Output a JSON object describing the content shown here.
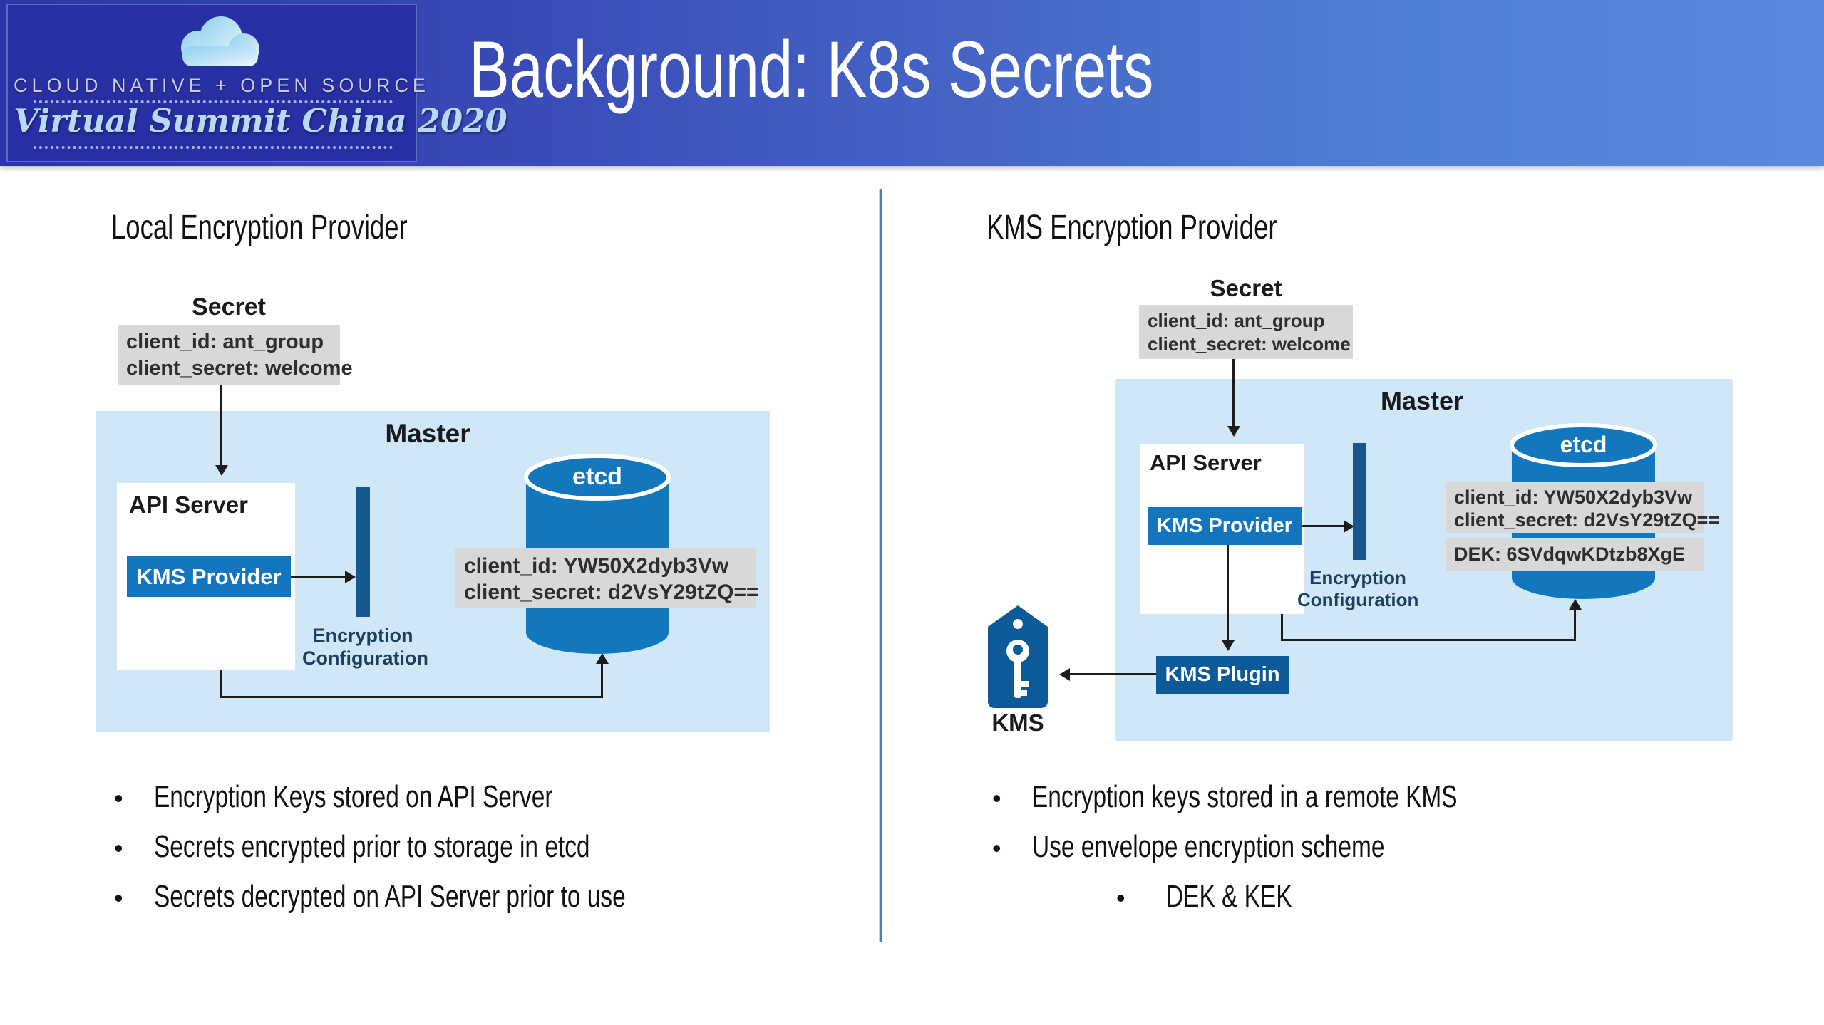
{
  "header": {
    "logo_line1": "CLOUD NATIVE + OPEN SOURCE",
    "logo_line2": "Virtual Summit China 2020",
    "title": "Background: K8s Secrets"
  },
  "glyphs": {
    "bullet": "•"
  },
  "colors": {
    "header_gradient_left": "#2c35a9",
    "header_gradient_right": "#5b87dd",
    "logo_panel": "#282fa3",
    "master_box_fill": "#cfe7f7",
    "kms_provider_blue": "#1176bd",
    "kms_plugin_blue": "#0d5a99",
    "encryption_bar_blue": "#15578e",
    "etcd_cylinder_blue": "#1277bd",
    "data_box_gray": "#d8d8d8",
    "divider_blue": "#4d7ccd"
  },
  "left": {
    "heading": "Local Encryption Provider",
    "secret_label": "Secret",
    "secret_box_line1": "client_id: ant_group",
    "secret_box_line2": "client_secret: welcome",
    "master_label": "Master",
    "api_server_label": "API Server",
    "kms_provider_label": "KMS Provider",
    "encryption_config_line1": "Encryption",
    "encryption_config_line2": "Configuration",
    "etcd_label": "etcd",
    "etcd_box_line1": "client_id: YW50X2dyb3Vw",
    "etcd_box_line2": "client_secret: d2VsY29tZQ==",
    "bullets": [
      "Encryption Keys stored on API Server",
      "Secrets encrypted prior to storage in etcd",
      "Secrets decrypted on API Server prior to use"
    ]
  },
  "right": {
    "heading": "KMS Encryption Provider",
    "secret_label": "Secret",
    "secret_box_line1": "client_id: ant_group",
    "secret_box_line2": "client_secret: welcome",
    "master_label": "Master",
    "api_server_label": "API Server",
    "kms_provider_label": "KMS Provider",
    "encryption_config_line1": "Encryption",
    "encryption_config_line2": "Configuration",
    "etcd_label": "etcd",
    "etcd_box_line1": "client_id: YW50X2dyb3Vw",
    "etcd_box_line2": "client_secret: d2VsY29tZQ==",
    "dek_box_line": "DEK: 6SVdqwKDtzb8XgE",
    "kms_plugin_label": "KMS Plugin",
    "kms_icon_label": "KMS",
    "bullets": [
      "Encryption keys stored in a remote KMS",
      "Use envelope encryption scheme"
    ],
    "sub_bullets": [
      "DEK & KEK"
    ]
  }
}
